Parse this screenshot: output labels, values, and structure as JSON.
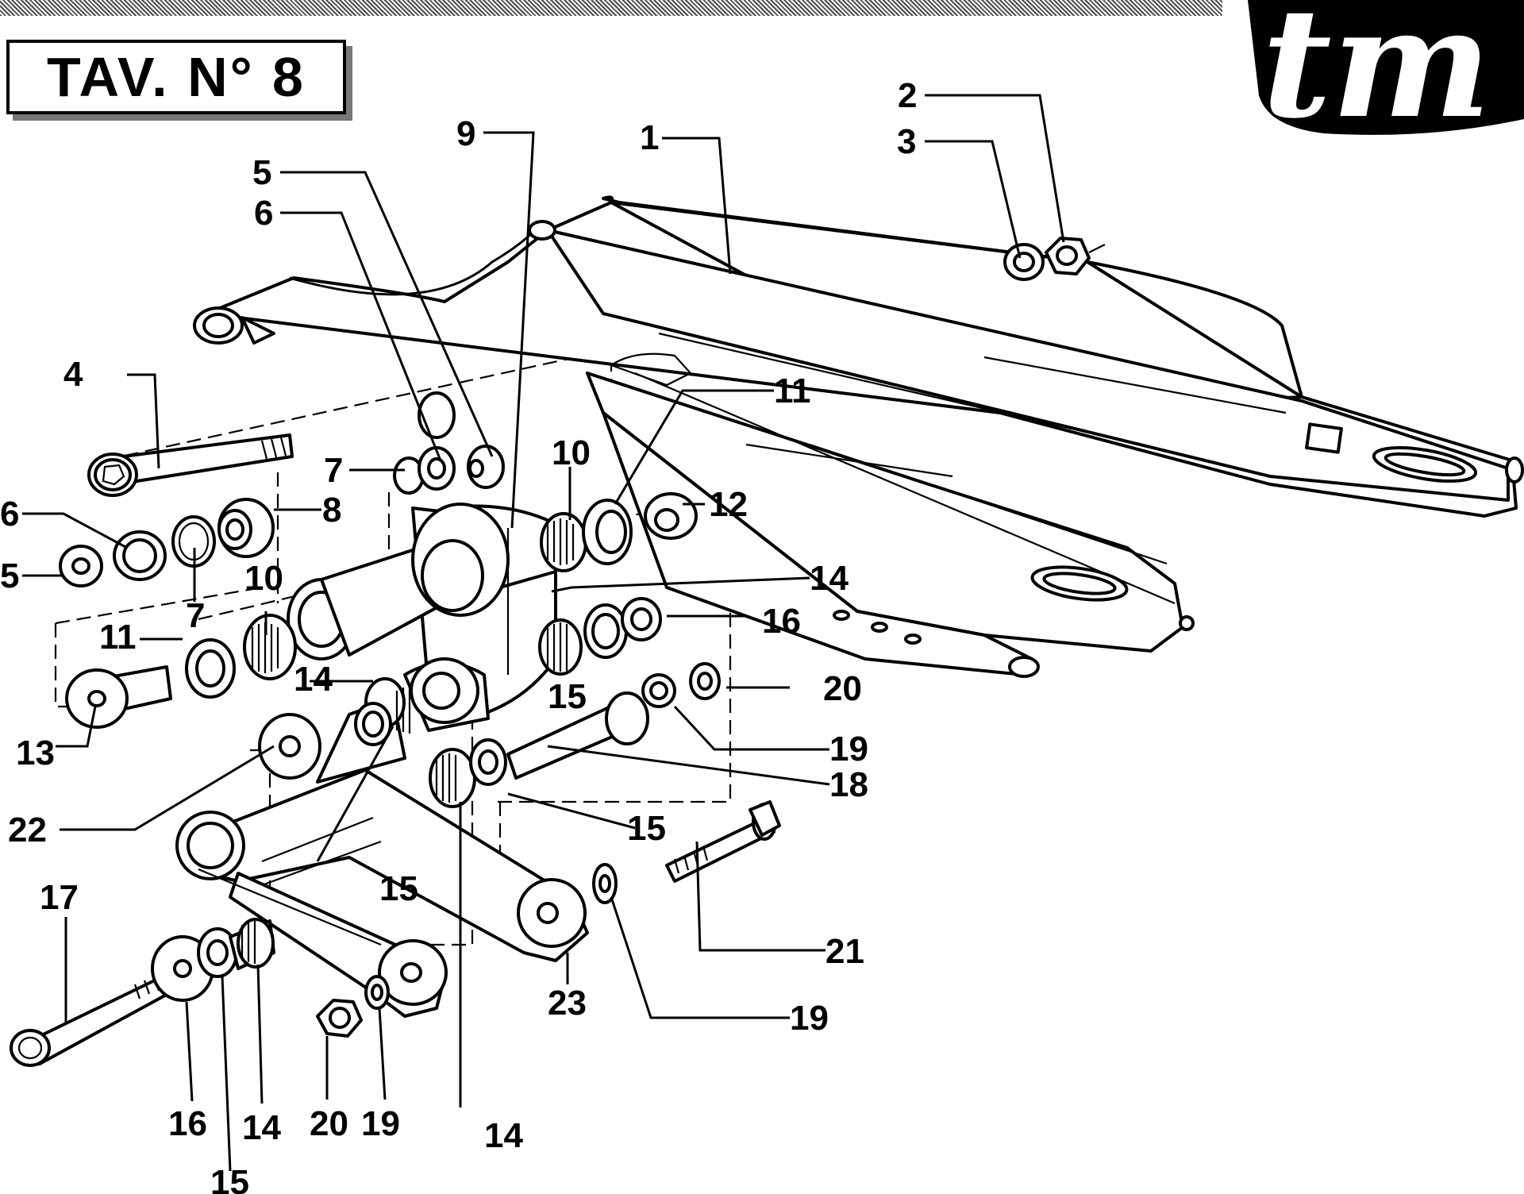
{
  "title": "TAV. N° 8",
  "logo_text": "tm",
  "labels": {
    "c1": "1",
    "c2": "2",
    "c3": "3",
    "c4": "4",
    "c5a": "5",
    "c5b": "5",
    "c6a": "6",
    "c6b": "6",
    "c7a": "7",
    "c7b": "7",
    "c8": "8",
    "c9": "9",
    "c10a": "10",
    "c10b": "10",
    "c11a": "11",
    "c11b": "11",
    "c12": "12",
    "c13": "13",
    "c14a": "14",
    "c14b": "14",
    "c14c": "14",
    "c14d": "14",
    "c15a": "15",
    "c15b": "15",
    "c15c": "15",
    "c15d": "15",
    "c16a": "16",
    "c16b": "16",
    "c17": "17",
    "c18": "18",
    "c19a": "19",
    "c19b": "19",
    "c19c": "19",
    "c20a": "20",
    "c20b": "20",
    "c21": "21",
    "c22": "22",
    "c23": "23"
  }
}
